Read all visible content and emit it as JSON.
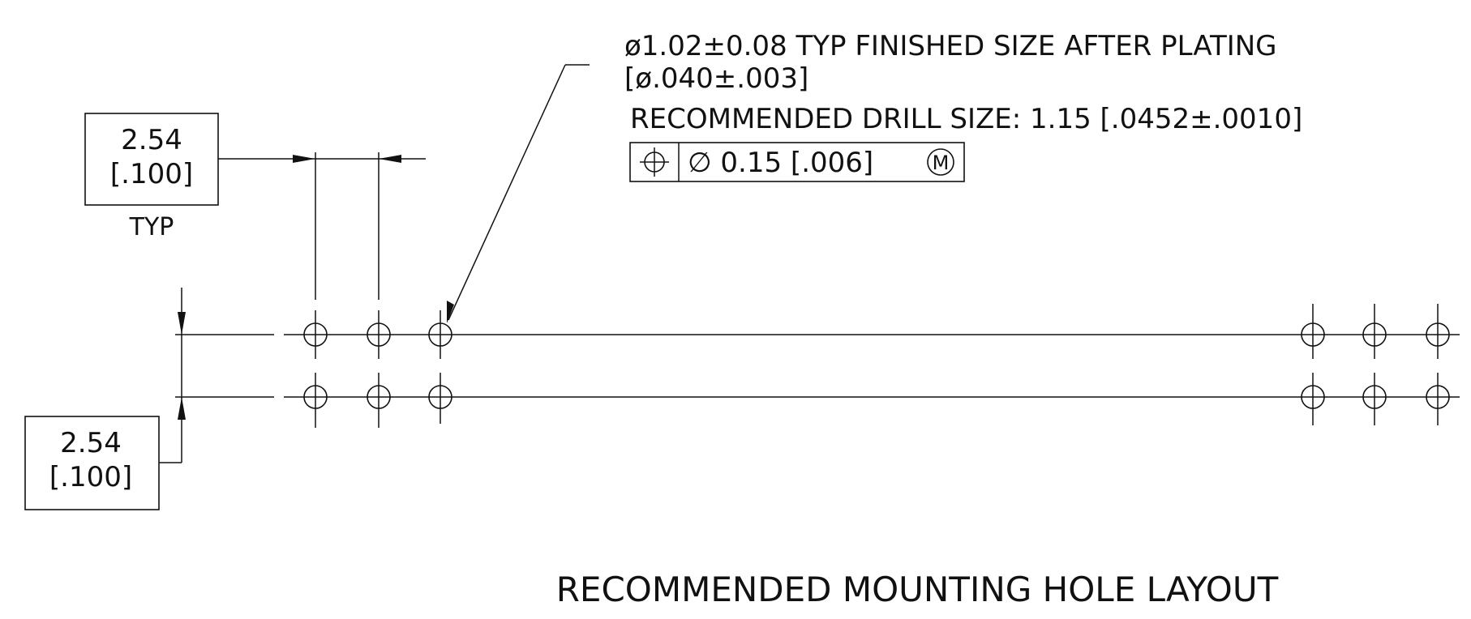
{
  "drawing": {
    "note_line1": "ø1.02±0.08 TYP FINISHED SIZE AFTER PLATING",
    "note_line2": "[ø.040±.003]",
    "note_line3": "RECOMMENDED DRILL SIZE: 1.15 [.0452±.0010]",
    "fcf": {
      "symbol": "⌖",
      "tolerance": "∅ 0.15 [.006]",
      "modifier": "M"
    },
    "pitch_dim_h": {
      "metric": "2.54",
      "inch": "[.100]",
      "suffix": "TYP"
    },
    "pitch_dim_v": {
      "metric": "2.54",
      "inch": "[.100]"
    },
    "caption": "RECOMMENDED MOUNTING HOLE LAYOUT"
  },
  "colors": {
    "line": "#111111",
    "background": "#ffffff"
  }
}
